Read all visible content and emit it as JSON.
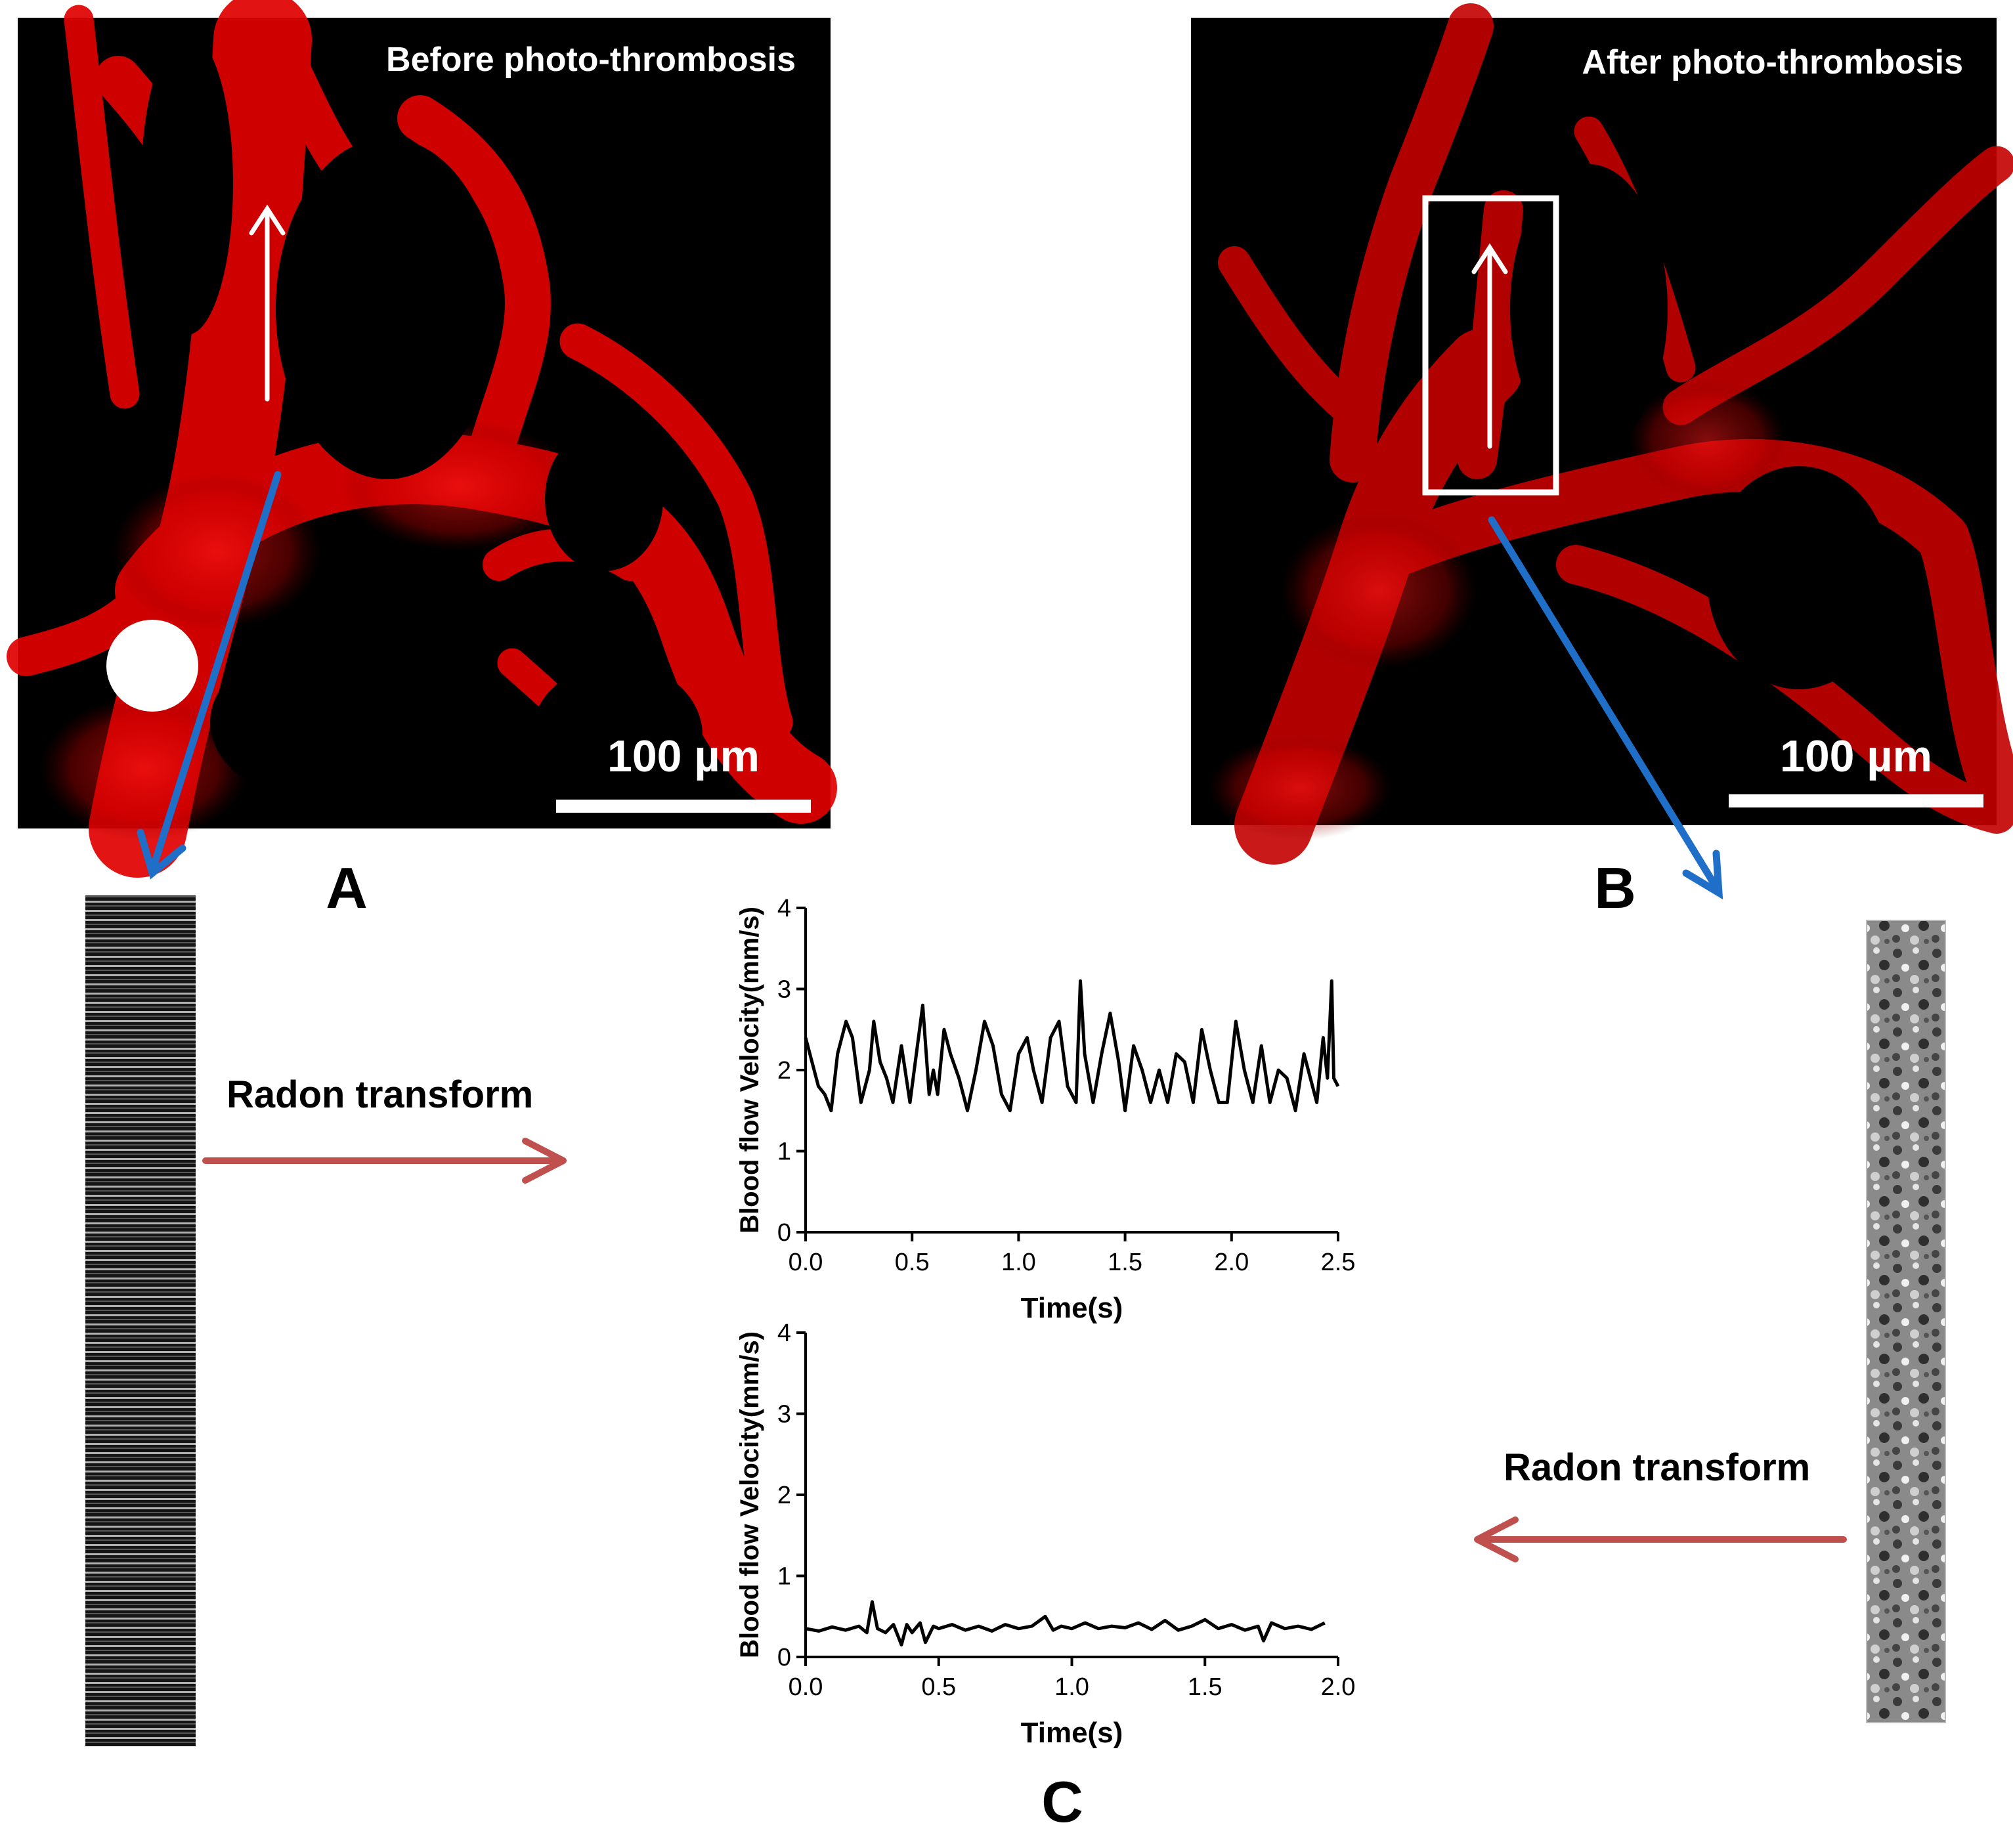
{
  "panel_a": {
    "title": "Before photo-thrombosis",
    "scale_label": "100 µm",
    "letter": "A"
  },
  "panel_b": {
    "title": "After photo-thrombosis",
    "scale_label": "100 µm",
    "letter": "B"
  },
  "panel_c": {
    "letter": "C"
  },
  "radon_left": "Radon transform",
  "radon_right": "Radon transform",
  "colors": {
    "vessel": "#ff0000",
    "background": "#000000",
    "pointer_arrow": "#1f6fc9",
    "radon_arrow": "#c0504d",
    "trace": "#000000"
  },
  "chart_data": [
    {
      "type": "line",
      "xlabel": "Time(s)",
      "ylabel": "Blood flow Velocity(mm/s)",
      "xlim": [
        0,
        2.5
      ],
      "ylim": [
        0,
        4
      ],
      "xticks": [
        "0.0",
        "0.5",
        "1.0",
        "1.5",
        "2.0",
        "2.5"
      ],
      "yticks": [
        "0",
        "1",
        "2",
        "3",
        "4"
      ],
      "series": [
        {
          "x": [
            0,
            0.02,
            0.06,
            0.09,
            0.12,
            0.15,
            0.19,
            0.22,
            0.26,
            0.3,
            0.32,
            0.35,
            0.38,
            0.41,
            0.45,
            0.49,
            0.52,
            0.55,
            0.58,
            0.6,
            0.62,
            0.65,
            0.68,
            0.72,
            0.76,
            0.8,
            0.84,
            0.88,
            0.92,
            0.96,
            1.0,
            1.04,
            1.07,
            1.11,
            1.15,
            1.19,
            1.23,
            1.27,
            1.29,
            1.31,
            1.35,
            1.39,
            1.43,
            1.47,
            1.5,
            1.54,
            1.58,
            1.62,
            1.66,
            1.7,
            1.74,
            1.78,
            1.82,
            1.86,
            1.9,
            1.94,
            1.98,
            2.02,
            2.06,
            2.1,
            2.14,
            2.18,
            2.22,
            2.26,
            2.3,
            2.34,
            2.38,
            2.4,
            2.43,
            2.45,
            2.47,
            2.48,
            2.5
          ],
          "values": [
            2.4,
            2.2,
            1.8,
            1.7,
            1.5,
            2.2,
            2.6,
            2.4,
            1.6,
            2.0,
            2.6,
            2.1,
            1.9,
            1.6,
            2.3,
            1.6,
            2.2,
            2.8,
            1.7,
            2.0,
            1.7,
            2.5,
            2.2,
            1.9,
            1.5,
            2.0,
            2.6,
            2.3,
            1.7,
            1.5,
            2.2,
            2.4,
            2.0,
            1.6,
            2.4,
            2.6,
            1.8,
            1.6,
            3.1,
            2.2,
            1.6,
            2.2,
            2.7,
            2.1,
            1.5,
            2.3,
            2.0,
            1.6,
            2.0,
            1.6,
            2.2,
            2.1,
            1.6,
            2.5,
            2.0,
            1.6,
            1.6,
            2.6,
            2.0,
            1.6,
            2.3,
            1.6,
            2.0,
            1.9,
            1.5,
            2.2,
            1.8,
            1.6,
            2.4,
            1.9,
            3.1,
            1.9,
            1.8
          ]
        }
      ]
    },
    {
      "type": "line",
      "xlabel": "Time(s)",
      "ylabel": "Blood flow Velocity(mm/s)",
      "xlim": [
        0,
        2.0
      ],
      "ylim": [
        0,
        4
      ],
      "xticks": [
        "0.0",
        "0.5",
        "1.0",
        "1.5",
        "2.0"
      ],
      "yticks": [
        "0",
        "1",
        "2",
        "3",
        "4"
      ],
      "series": [
        {
          "x": [
            0,
            0.05,
            0.1,
            0.15,
            0.2,
            0.23,
            0.25,
            0.27,
            0.3,
            0.33,
            0.36,
            0.38,
            0.4,
            0.43,
            0.45,
            0.48,
            0.5,
            0.55,
            0.6,
            0.65,
            0.7,
            0.75,
            0.8,
            0.85,
            0.9,
            0.93,
            0.96,
            1.0,
            1.05,
            1.1,
            1.15,
            1.2,
            1.25,
            1.3,
            1.35,
            1.4,
            1.45,
            1.5,
            1.55,
            1.6,
            1.65,
            1.7,
            1.72,
            1.75,
            1.8,
            1.85,
            1.9,
            1.95
          ],
          "values": [
            0.35,
            0.32,
            0.37,
            0.33,
            0.38,
            0.3,
            0.68,
            0.35,
            0.3,
            0.4,
            0.15,
            0.4,
            0.3,
            0.42,
            0.18,
            0.38,
            0.35,
            0.4,
            0.33,
            0.38,
            0.32,
            0.4,
            0.35,
            0.38,
            0.5,
            0.33,
            0.38,
            0.35,
            0.42,
            0.35,
            0.38,
            0.36,
            0.42,
            0.34,
            0.45,
            0.33,
            0.38,
            0.46,
            0.35,
            0.4,
            0.33,
            0.38,
            0.2,
            0.42,
            0.35,
            0.38,
            0.34,
            0.42
          ]
        }
      ]
    }
  ]
}
